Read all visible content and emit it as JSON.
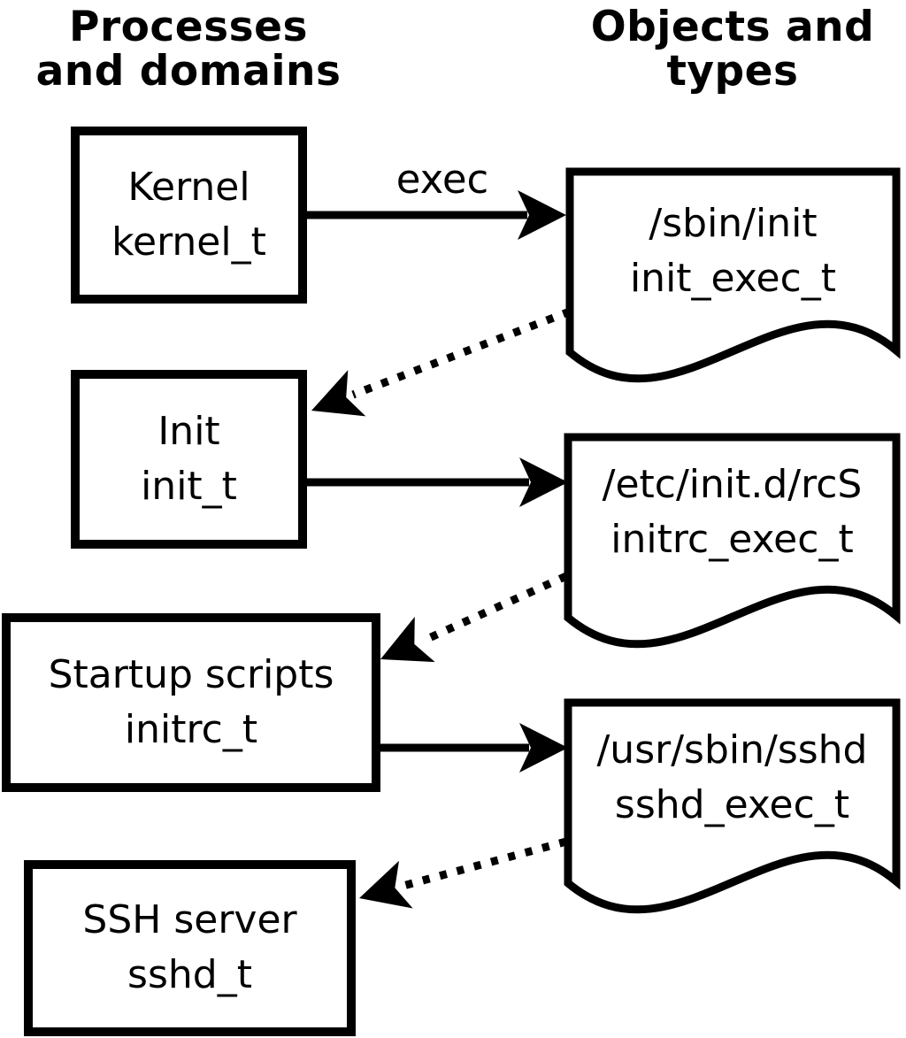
{
  "colors": {
    "ink": "#000000",
    "background": "#ffffff"
  },
  "headers": {
    "left": {
      "line1": "Processes",
      "line2": "and domains"
    },
    "right": {
      "line1": "Objects and",
      "line2": "types"
    }
  },
  "process_nodes": [
    {
      "label": "Kernel",
      "domain": "kernel_t"
    },
    {
      "label": "Init",
      "domain": "init_t"
    },
    {
      "label": "Startup scripts",
      "domain": "initrc_t"
    },
    {
      "label": "SSH server",
      "domain": "sshd_t"
    }
  ],
  "object_nodes": [
    {
      "path": "/sbin/init",
      "type": "init_exec_t"
    },
    {
      "path": "/etc/init.d/rcS",
      "type": "initrc_exec_t"
    },
    {
      "path": "/usr/sbin/sshd",
      "type": "sshd_exec_t"
    }
  ],
  "edges": {
    "exec_label": "exec",
    "solid": [
      {
        "from": "kernel_t",
        "to": "init_exec_t",
        "label": "exec"
      },
      {
        "from": "init_t",
        "to": "initrc_exec_t",
        "label": ""
      },
      {
        "from": "initrc_t",
        "to": "sshd_exec_t",
        "label": ""
      }
    ],
    "dotted": [
      {
        "from": "init_exec_t",
        "to": "init_t"
      },
      {
        "from": "initrc_exec_t",
        "to": "initrc_t"
      },
      {
        "from": "sshd_exec_t",
        "to": "sshd_t"
      }
    ]
  }
}
